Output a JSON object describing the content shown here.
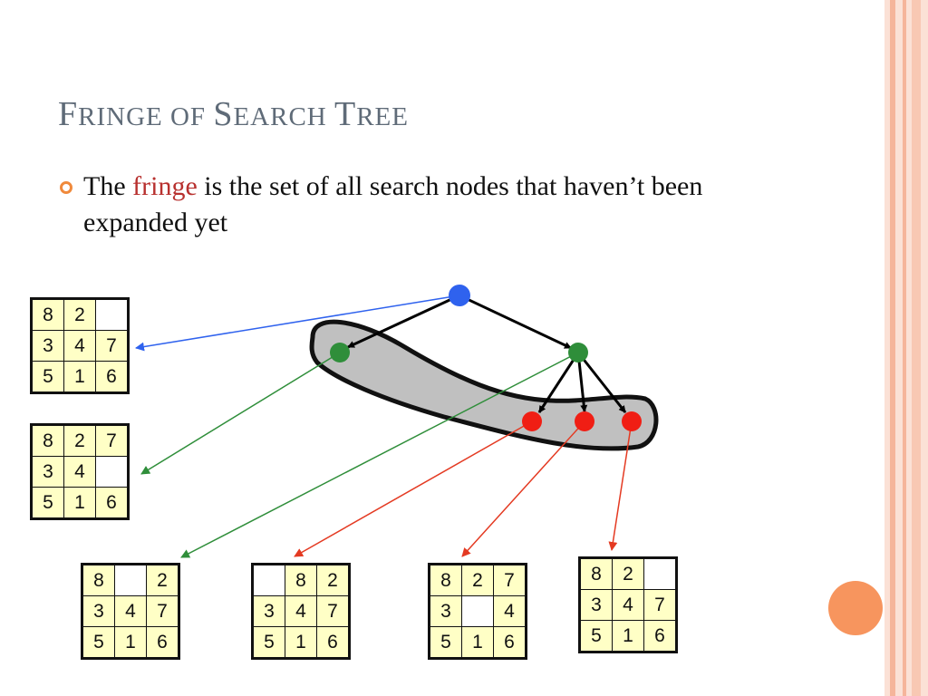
{
  "slide": {
    "title_first": "F",
    "title_rest": "RINGE OF ",
    "title_s": "S",
    "title_earch": "EARCH ",
    "title_t": "T",
    "title_ree": "REE",
    "bullet_before": "The ",
    "bullet_highlight": "fringe",
    "bullet_after": " is the set of all search nodes that haven’t been expanded yet"
  },
  "colors": {
    "accent_orange": "#f08a3c",
    "highlight_red": "#b8312f",
    "node_root": "#2f62ee",
    "node_level1": "#2f8e3a",
    "node_level2": "#f01e14",
    "tile_fill": "#ffffc6",
    "fringe_region": "#c0c0c0"
  },
  "puzzles": {
    "root": [
      "8",
      "2",
      "",
      "3",
      "4",
      "7",
      "5",
      "1",
      "6"
    ],
    "left": [
      "8",
      "2",
      "7",
      "3",
      "4",
      "",
      "5",
      "1",
      "6"
    ],
    "c1": [
      "8",
      "",
      "2",
      "3",
      "4",
      "7",
      "5",
      "1",
      "6"
    ],
    "c2": [
      "",
      "8",
      "2",
      "3",
      "4",
      "7",
      "5",
      "1",
      "6"
    ],
    "c3": [
      "8",
      "2",
      "7",
      "3",
      "",
      "4",
      "5",
      "1",
      "6"
    ],
    "c4": [
      "8",
      "2",
      "",
      "3",
      "4",
      "7",
      "5",
      "1",
      "6"
    ]
  }
}
